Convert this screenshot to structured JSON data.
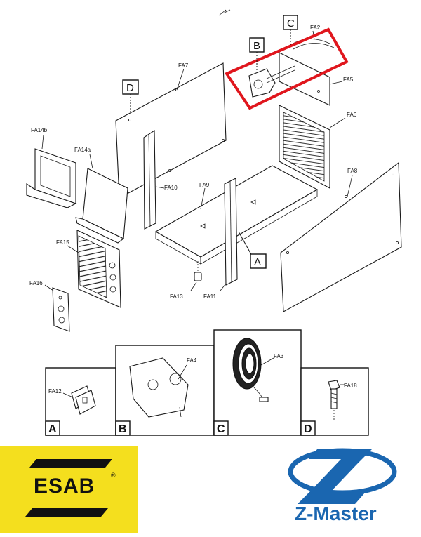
{
  "callouts": {
    "fa2": "FA2",
    "fa5": "FA5",
    "fa6": "FA6",
    "fa7": "FA7",
    "fa8": "FA8",
    "fa9": "FA9",
    "fa10": "FA10",
    "fa11": "FA11",
    "fa13": "FA13",
    "fa14a": "FA14a",
    "fa14b": "FA14b",
    "fa15": "FA15",
    "fa16": "FA16"
  },
  "detail_boxes": {
    "a": "A",
    "b": "B",
    "c": "C",
    "d": "D"
  },
  "detail_panels": [
    {
      "letter": "A",
      "part": "FA12"
    },
    {
      "letter": "B",
      "part": "FA4"
    },
    {
      "letter": "C",
      "part": "FA3"
    },
    {
      "letter": "D",
      "part": "FA18"
    }
  ],
  "highlight_color": "#e0161d",
  "brand": {
    "esab": {
      "text": "ESAB",
      "trademark": "®",
      "background": "#f4df1e"
    },
    "zmaster": {
      "text": "Z-Master",
      "color": "#1a66b0"
    }
  }
}
